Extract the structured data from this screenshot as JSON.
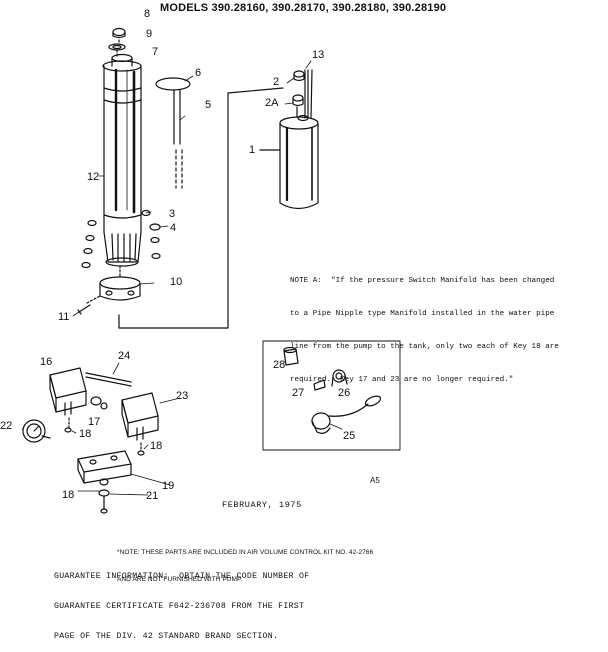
{
  "title": "MODELS 390.28160, 390.28170, 390.28180, 390.28190",
  "callouts": {
    "c1": "1",
    "c2": "2",
    "c2a": "2A",
    "c3": "3",
    "c4": "4",
    "c5": "5",
    "c6": "6",
    "c7": "7",
    "c8": "8",
    "c9": "9",
    "c10": "10",
    "c11": "11",
    "c12": "12",
    "c13": "13",
    "c16": "16",
    "c17": "17",
    "c18a": "18",
    "c18b": "18",
    "c18c": "18",
    "c19": "19",
    "c21": "21",
    "c22": "22",
    "c23": "23",
    "c24": "24",
    "c25": "25",
    "c26": "26",
    "c27": "27",
    "c28": "28"
  },
  "note": {
    "line1": "NOTE A:  \"If the pressure Switch Manifold has been changed",
    "line2": "to a Pipe Nipple type Manifold installed in the water pipe",
    "line3": "line from the pump to the tank, only two each of Key 18 are",
    "line4": "required.  Key 17 and 23 are no longer required.\""
  },
  "note_marker": "A5",
  "date": "FEBRUARY, 1975",
  "footnote": {
    "line1": "*NOTE: THESE PARTS ARE INCLUDED IN AIR VOLUME CONTROL KIT NO. 42-2766",
    "line2": "AND ARE NOT FURNISHED WITH PUMP."
  },
  "guarantee": {
    "line1": "GUARANTEE INFORMATION:  OBTAIN THE CODE NUMBER OF",
    "line2": "GUARANTEE CERTIFICATE F642-236708 FROM THE FIRST",
    "line3": "PAGE OF THE DIV. 42 STANDARD BRAND SECTION."
  }
}
